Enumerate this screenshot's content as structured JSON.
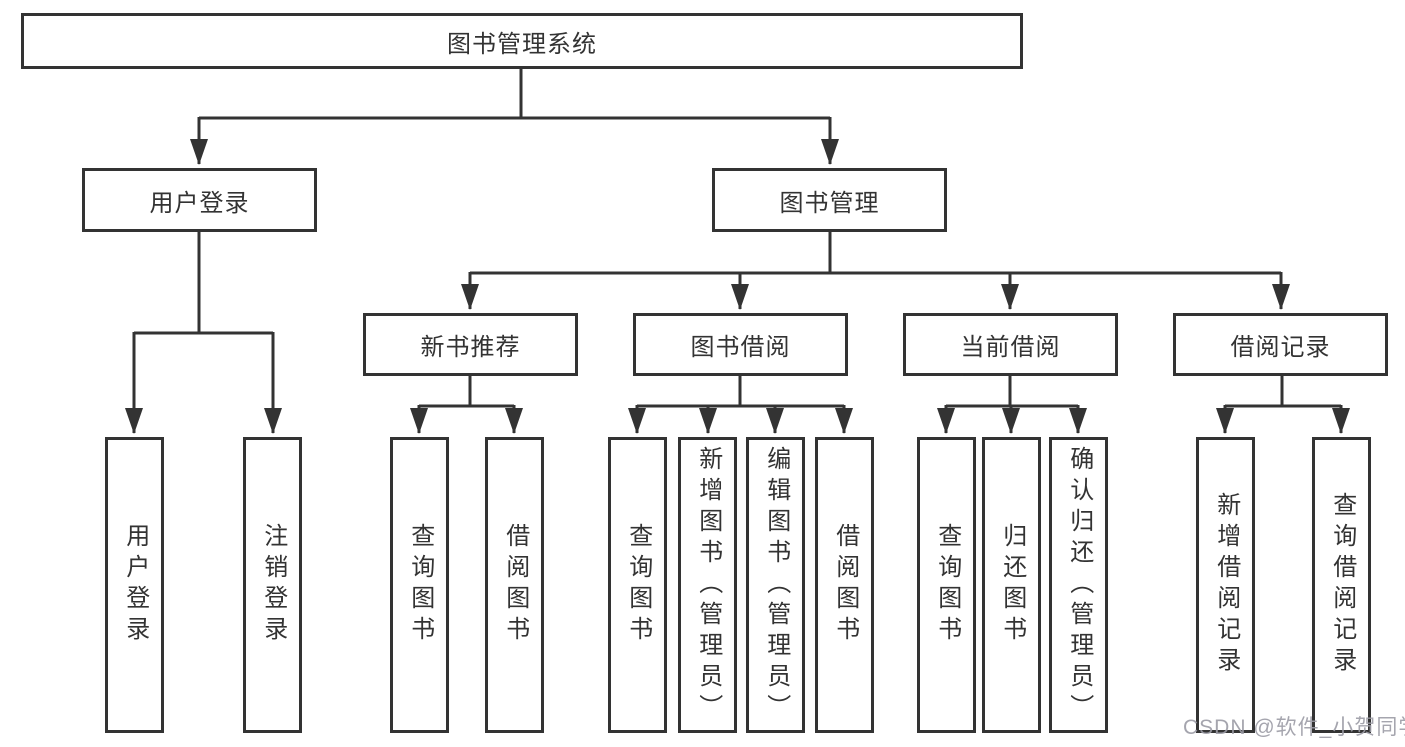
{
  "diagram": {
    "root": {
      "label": "图书管理系统"
    },
    "level2": [
      {
        "label": "用户登录"
      },
      {
        "label": "图书管理"
      }
    ],
    "level3": [
      {
        "label": "新书推荐"
      },
      {
        "label": "图书借阅"
      },
      {
        "label": "当前借阅"
      },
      {
        "label": "借阅记录"
      }
    ],
    "leaves": {
      "user_login": [
        {
          "label": "用户登录"
        },
        {
          "label": "注销登录"
        }
      ],
      "new_books": [
        {
          "label": "查询图书"
        },
        {
          "label": "借阅图书"
        }
      ],
      "book_borrow": [
        {
          "label": "查询图书"
        },
        {
          "label": "新增图书（管理员）"
        },
        {
          "label": "编辑图书（管理员）"
        },
        {
          "label": "借阅图书"
        }
      ],
      "current_borrow": [
        {
          "label": "查询图书"
        },
        {
          "label": "归还图书"
        },
        {
          "label": "确认归还（管理员）"
        }
      ],
      "borrow_records": [
        {
          "label": "新增借阅记录"
        },
        {
          "label": "查询借阅记录"
        }
      ]
    },
    "colors": {
      "line": "#333333",
      "text": "#333333",
      "background": "#ffffff",
      "watermark": "#9b9ba5"
    }
  },
  "watermark": {
    "text": "CSDN @软件_小贺同学"
  }
}
